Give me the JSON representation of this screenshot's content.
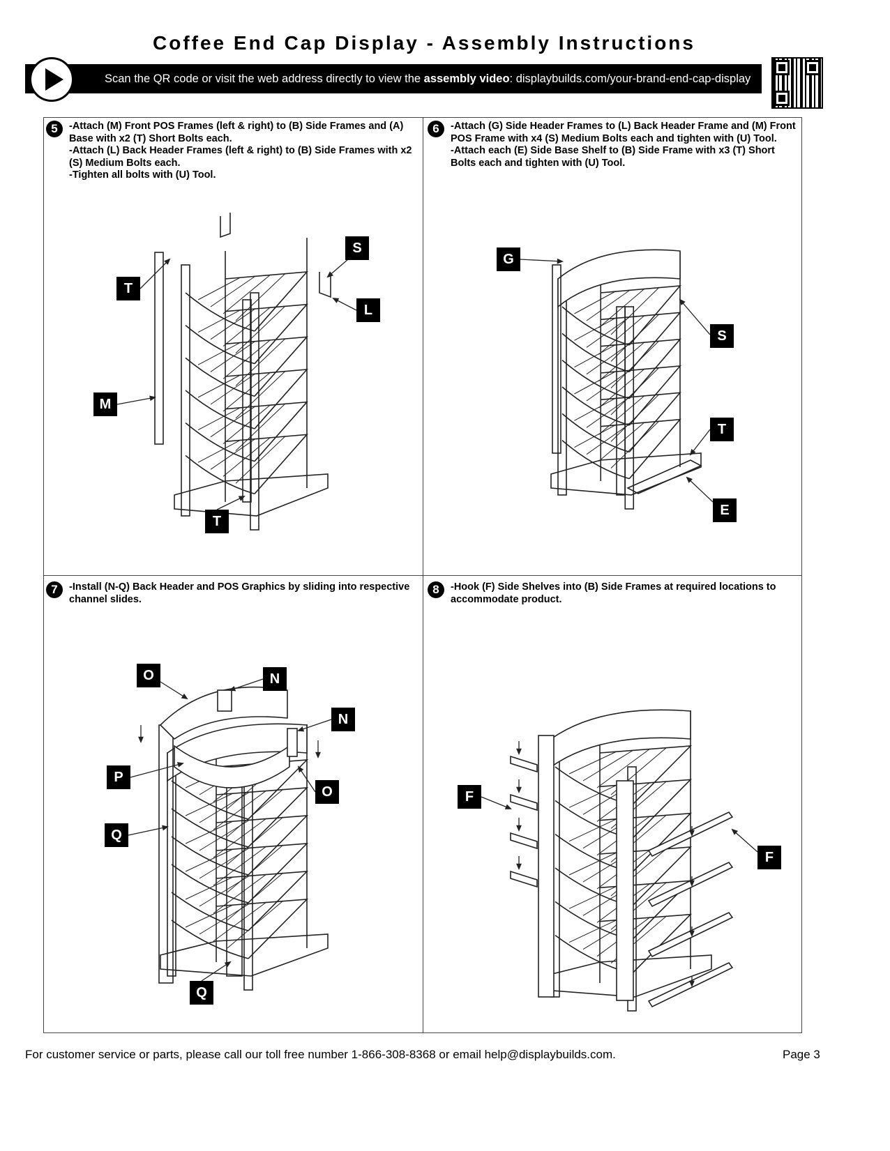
{
  "title": "Coffee End Cap Display - Assembly Instructions",
  "video_bar": {
    "text_before": "Scan the QR code or visit the web address directly to view the ",
    "bold": "assembly video",
    "text_after": ": displaybuilds.com/your-brand-end-cap-display",
    "play_icon": "play-icon",
    "qr_icon": "qr-code"
  },
  "steps": [
    {
      "number": "5",
      "lines": [
        "-Attach (M) Front POS Frames (left & right) to (B) Side Frames and (A) Base with x2 (T) Short Bolts each.",
        "-Attach (L) Back Header Frames (left & right) to (B) Side Frames with x2 (S) Medium Bolts each.",
        "-Tighten all bolts with (U) Tool."
      ],
      "labels": [
        "S",
        "T",
        "L",
        "M",
        "T"
      ]
    },
    {
      "number": "6",
      "lines": [
        "-Attach (G) Side Header Frames to (L) Back Header Frame and (M) Front POS Frame with x4 (S) Medium Bolts each and tighten with (U) Tool.",
        "-Attach each (E) Side Base Shelf to (B) Side Frame with x3 (T) Short Bolts each and tighten with (U) Tool."
      ],
      "labels": [
        "G",
        "S",
        "T",
        "E"
      ]
    },
    {
      "number": "7",
      "lines": [
        "-Install (N-Q) Back Header and POS Graphics by sliding into respective channel slides."
      ],
      "labels": [
        "O",
        "N",
        "N",
        "P",
        "O",
        "Q",
        "Q"
      ]
    },
    {
      "number": "8",
      "lines": [
        "-Hook (F) Side Shelves into (B) Side Frames at required locations to accommodate product."
      ],
      "labels": [
        "F",
        "F"
      ]
    }
  ],
  "footer": {
    "text": "For customer service or parts, please call our toll free number 1-866-308-8368 or email help@displaybuilds.com.",
    "page": "Page 3"
  }
}
